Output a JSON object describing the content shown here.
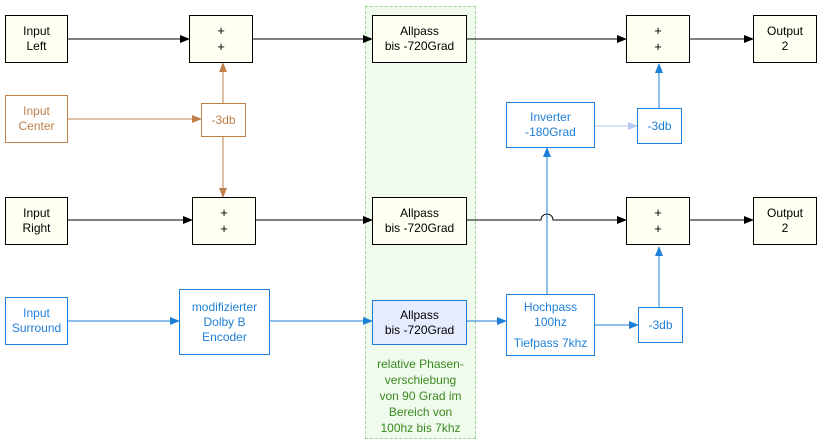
{
  "inputs": {
    "left": [
      "Input",
      "Left"
    ],
    "center": [
      "Input",
      "Center"
    ],
    "right": [
      "Input",
      "Right"
    ],
    "surround": [
      "Input",
      "Surround"
    ]
  },
  "adders": {
    "symbol": "+"
  },
  "attenuators": {
    "center": "-3db",
    "top_right": "-3db",
    "bottom_right": "-3db"
  },
  "allpass": {
    "left": [
      "Allpass",
      "bis -720Grad"
    ],
    "right": [
      "Allpass",
      "bis -720Grad"
    ],
    "surround": [
      "Allpass",
      "bis -720Grad"
    ]
  },
  "inverter": [
    "Inverter",
    "-180Grad"
  ],
  "encoder": [
    "modifizierter",
    "Dolby B",
    "Encoder"
  ],
  "filter": {
    "highpass": [
      "Hochpass",
      "100hz"
    ],
    "lowpass": "Tiefpass 7khz"
  },
  "outputs": {
    "top": [
      "Output",
      "2"
    ],
    "bottom": [
      "Output",
      "2"
    ]
  },
  "note": [
    "relative Phasen-",
    "verschiebung",
    "von 90 Grad im",
    "Bereich von",
    "100hz bis 7khz"
  ],
  "colors": {
    "main": "#000000",
    "center": "#c0804a",
    "surround": "#1e7fd8",
    "phase_band": "#3a8a1e",
    "inverter_link": "#b8c8f4"
  }
}
